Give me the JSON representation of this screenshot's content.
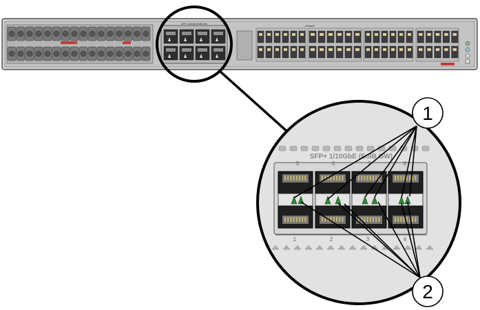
{
  "figure": {
    "colors": {
      "panel": "#c9c9c9",
      "panel_dark": "#8d8d8d",
      "port_block": "#4a4a4a",
      "port_dark": "#2a2a2a",
      "accent_red": "#c43c3c",
      "led_green": "#2f8a3a",
      "callout_line": "#000000"
    },
    "switch_front": {
      "sfp_header": "SFP+ 1/10GbE (EoIB GW)",
      "qsfp_header": "10GbaseT"
    },
    "zoom_detail": {
      "header": "SFP+ 1/10GbE (EoIB GW)",
      "top_numbers": [
        "5",
        "6",
        "7",
        "8"
      ],
      "bottom_numbers": [
        "1",
        "2",
        "3",
        "4"
      ]
    },
    "callouts": [
      {
        "number": "1"
      },
      {
        "number": "2"
      }
    ]
  }
}
